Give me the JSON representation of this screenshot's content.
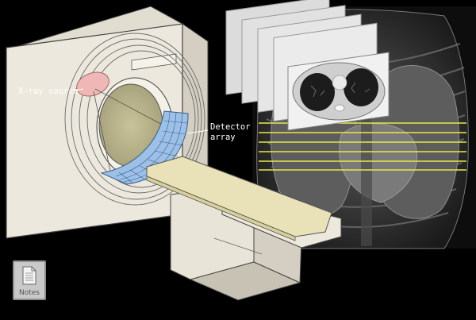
{
  "labels": {
    "xray_source": "X-ray source",
    "detector_line1": "Detector",
    "detector_line2": "array"
  },
  "notes_button": {
    "label": "Notes",
    "icon": "document-icon"
  },
  "colors": {
    "background": "#000000",
    "gantry": "#ece8dd",
    "xray_source": "#f0b7b7",
    "detector": "#9cc0e6",
    "scan_lines": "#e8e84a",
    "table_top": "#e9e2b8"
  }
}
